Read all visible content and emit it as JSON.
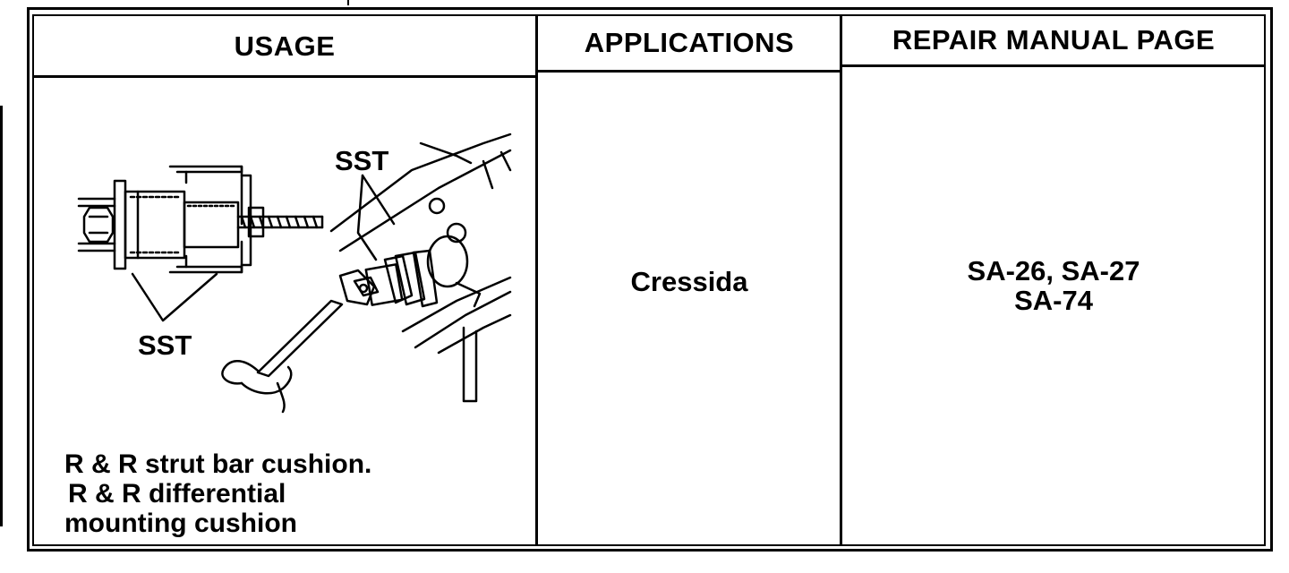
{
  "table": {
    "headers": {
      "usage": "USAGE",
      "applications": "APPLICATIONS",
      "repair_manual_page": "REPAIR MANUAL PAGE"
    },
    "row": {
      "illustration_labels": {
        "left_tool": "SST",
        "right_tool": "SST"
      },
      "usage_lines": [
        "R & R strut bar cushion.",
        "R & R differential",
        "mounting cushion"
      ],
      "application": "Cressida",
      "pages": [
        "SA-26, SA-27",
        "SA-74"
      ]
    }
  }
}
